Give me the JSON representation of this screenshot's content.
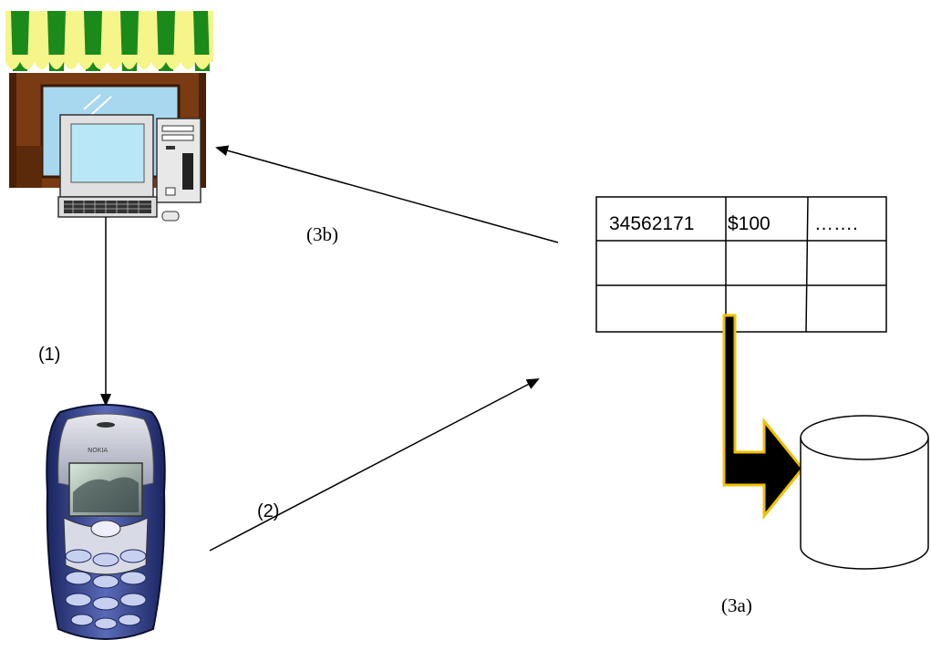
{
  "labels": {
    "step1": "(1)",
    "step2": "(2)",
    "step3a": "(3a)",
    "step3b": "(3b)"
  },
  "phone": {
    "brand": "NOKIA"
  },
  "table": {
    "rows": [
      [
        "34562171",
        "$100",
        "……."
      ],
      [
        "",
        "",
        ""
      ],
      [
        "",
        "",
        ""
      ]
    ]
  },
  "icons": {
    "shop": "shop-with-computer-icon",
    "phone": "mobile-phone-icon",
    "database": "database-cylinder-icon",
    "arrow": "block-arrow-icon"
  },
  "colors": {
    "awning_green": "#1a8a1a",
    "awning_yellow": "#f5f58a",
    "shop_brown": "#7a3b12",
    "window_blue": "#a8d8f0",
    "arrow_outline": "#f0c000",
    "phone_blue": "#2a3a8a"
  }
}
